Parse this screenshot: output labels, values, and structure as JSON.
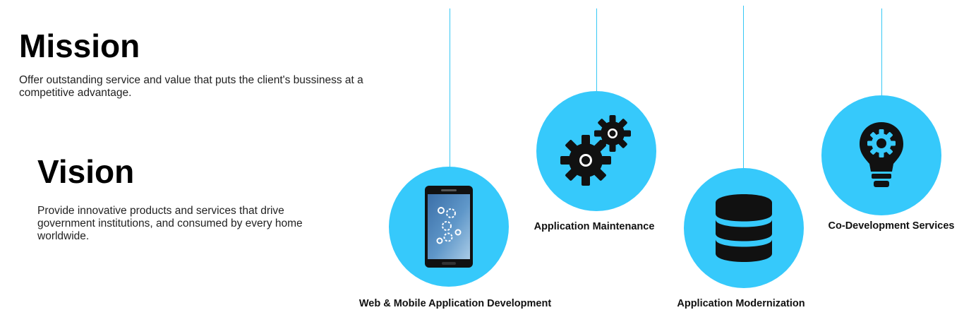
{
  "mission": {
    "title": "Mission",
    "text": "Offer outstanding service and value that puts the client's bussiness at a competitive advantage."
  },
  "vision": {
    "title": "Vision",
    "text": "Provide innovative products and services that drive government institutions, and consumed by every home worldwide."
  },
  "services": [
    {
      "label": "Web & Mobile Application Development",
      "icon": "smartphone-gears-icon"
    },
    {
      "label": "Application Maintenance",
      "icon": "gears-icon"
    },
    {
      "label": "Application Modernization",
      "icon": "database-icon"
    },
    {
      "label": "Co-Development Services",
      "icon": "lightbulb-gear-icon"
    }
  ],
  "colors": {
    "accent": "#36c9fb",
    "string": "#36c8f5",
    "icon": "#000000"
  }
}
